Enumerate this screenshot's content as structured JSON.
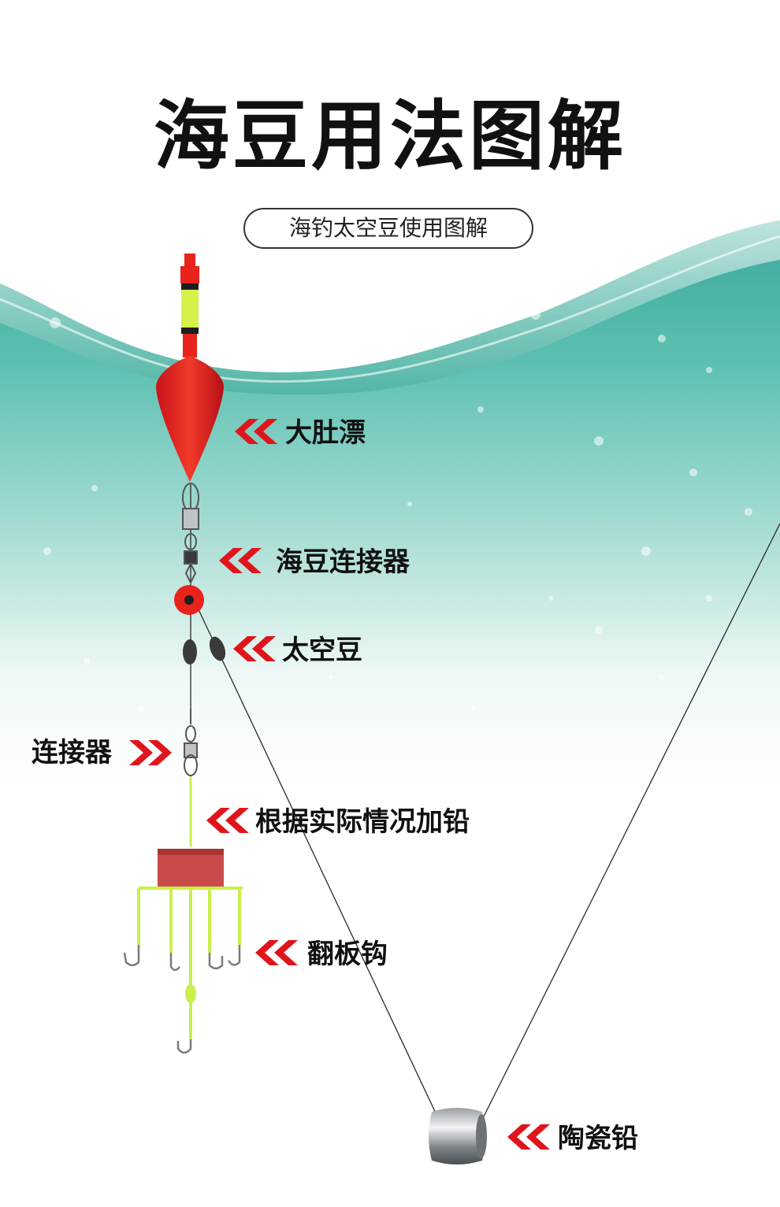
{
  "header": {
    "title": "海豆用法图解",
    "subtitle": "海钓太空豆使用图解"
  },
  "labels": {
    "float": "大肚漂",
    "bean_connector": "海豆连接器",
    "space_bean": "太空豆",
    "connector": "连接器",
    "add_lead": "根据实际情况加铅",
    "flip_hook": "翻板钩",
    "ceramic_lead": "陶瓷铅"
  },
  "colors": {
    "accent": "#e0151c",
    "water": "#5fc0b0",
    "line_green": "#c8f04a"
  }
}
